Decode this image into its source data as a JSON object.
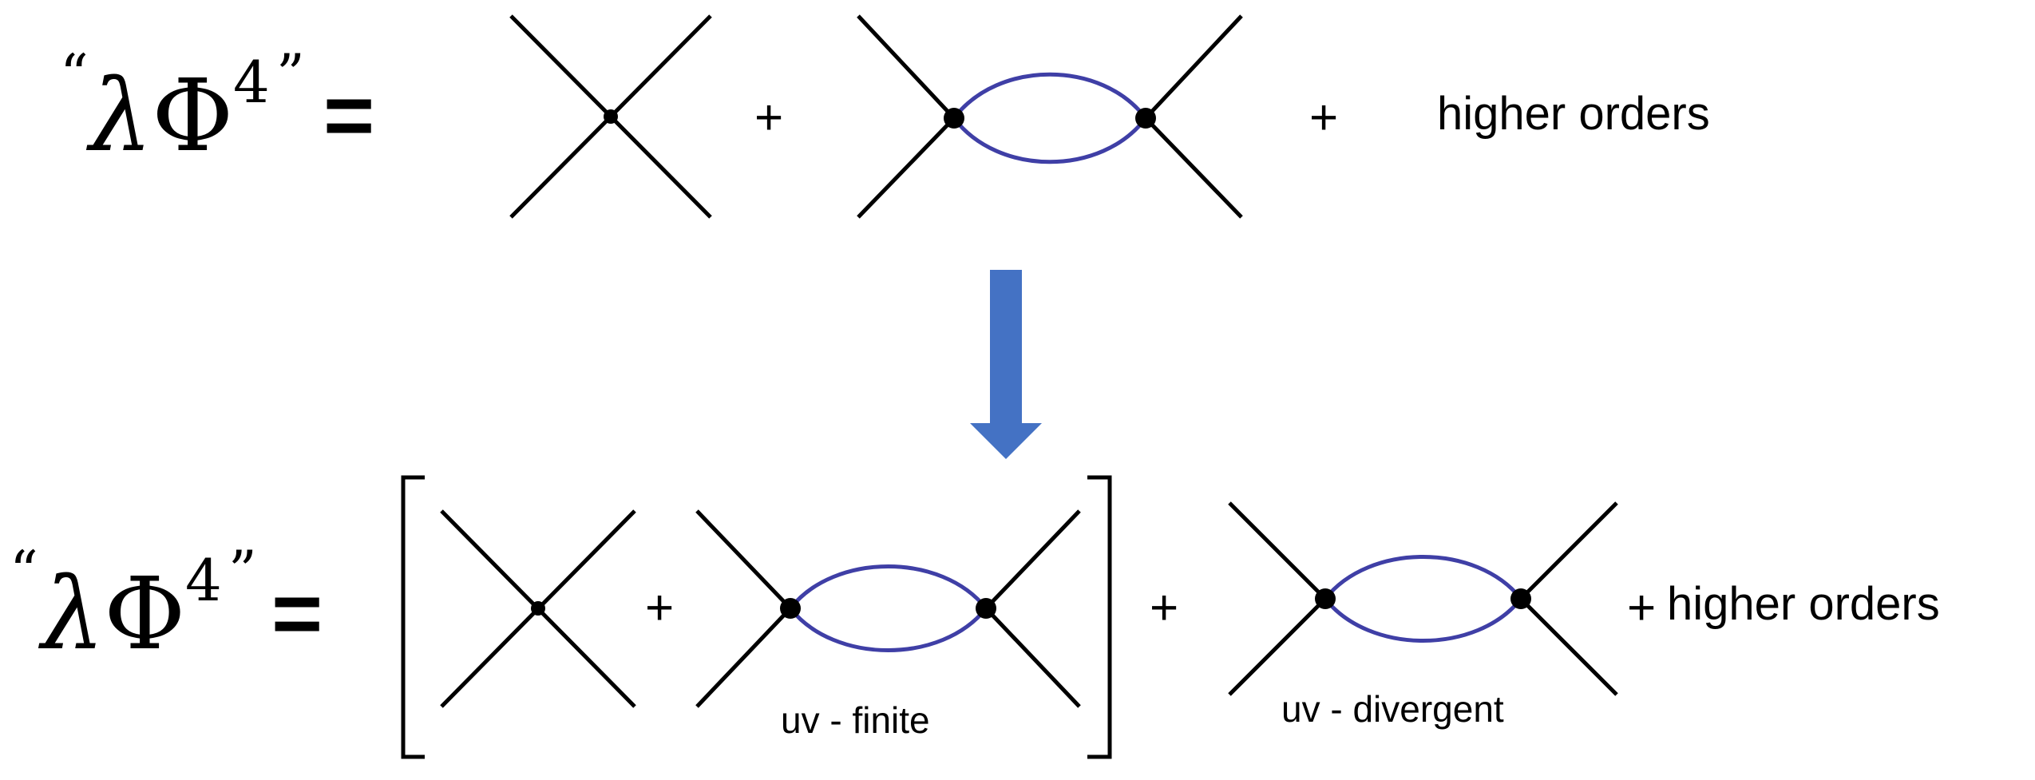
{
  "top_equation": {
    "open_quote": "“",
    "lambda": "λ",
    "phi": "Φ",
    "power": "4",
    "close_quote": "”",
    "equals": "=",
    "plus_1": "+",
    "plus_2": "+",
    "higher_orders": "higher orders"
  },
  "bottom_equation": {
    "open_quote": "“",
    "lambda": "λ",
    "phi": "Φ",
    "power": "4",
    "close_quote": "”",
    "equals": "=",
    "plus_1": "+",
    "plus_2": "+",
    "plus_3": "+",
    "higher_orders": "higher orders",
    "uv_finite_label": "uv - finite",
    "uv_divergent_label": "uv - divergent"
  },
  "colors": {
    "arrow": "#4472c4",
    "loop": "#3f3fa6",
    "lines": "#000000"
  }
}
